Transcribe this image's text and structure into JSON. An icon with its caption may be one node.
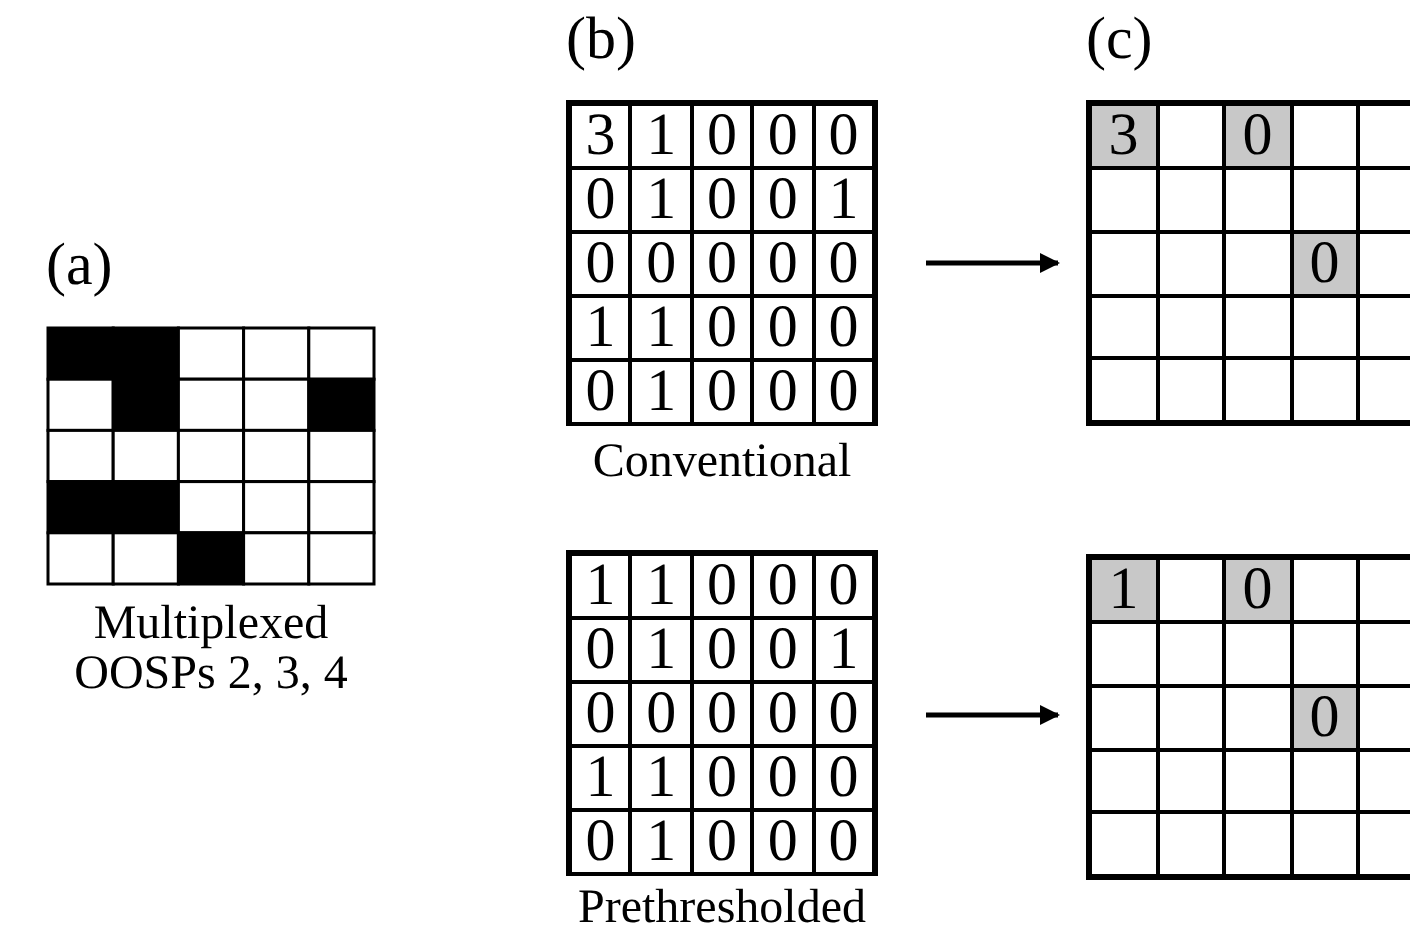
{
  "diagram": {
    "nodes": [
      {
        "text": [],
        "shape": "picture",
        "beside": [
          "Multiplexed OOSPs 2, 3, 4"
        ]
      },
      {
        "text": [
          "3",
          "1",
          "0",
          "0",
          "0",
          "0",
          "1",
          "0",
          "0",
          "1",
          "0",
          "0",
          "0",
          "0",
          "0",
          "1",
          "1",
          "0",
          "0",
          "0",
          "0",
          "1",
          "0",
          "0",
          "0"
        ],
        "beside": [
          "Conventional"
        ]
      },
      {
        "text": [
          "3",
          "0",
          "0"
        ]
      },
      {
        "text": [
          "1",
          "1",
          "0",
          "0",
          "0",
          "0",
          "1",
          "0",
          "0",
          "1",
          "0",
          "0",
          "0",
          "0",
          "0",
          "1",
          "1",
          "0",
          "0",
          "0",
          "0",
          "1",
          "0",
          "0",
          "0"
        ],
        "beside": [
          "Prethresholded"
        ]
      },
      {
        "text": [
          "1",
          "0",
          "0"
        ]
      }
    ],
    "edges": [
      {
        "from": 1,
        "to": 2,
        "arrow": "to"
      },
      {
        "from": 3,
        "to": 4,
        "arrow": "to"
      }
    ],
    "labels": [
      "(a)",
      "(b)",
      "(c)"
    ]
  }
}
